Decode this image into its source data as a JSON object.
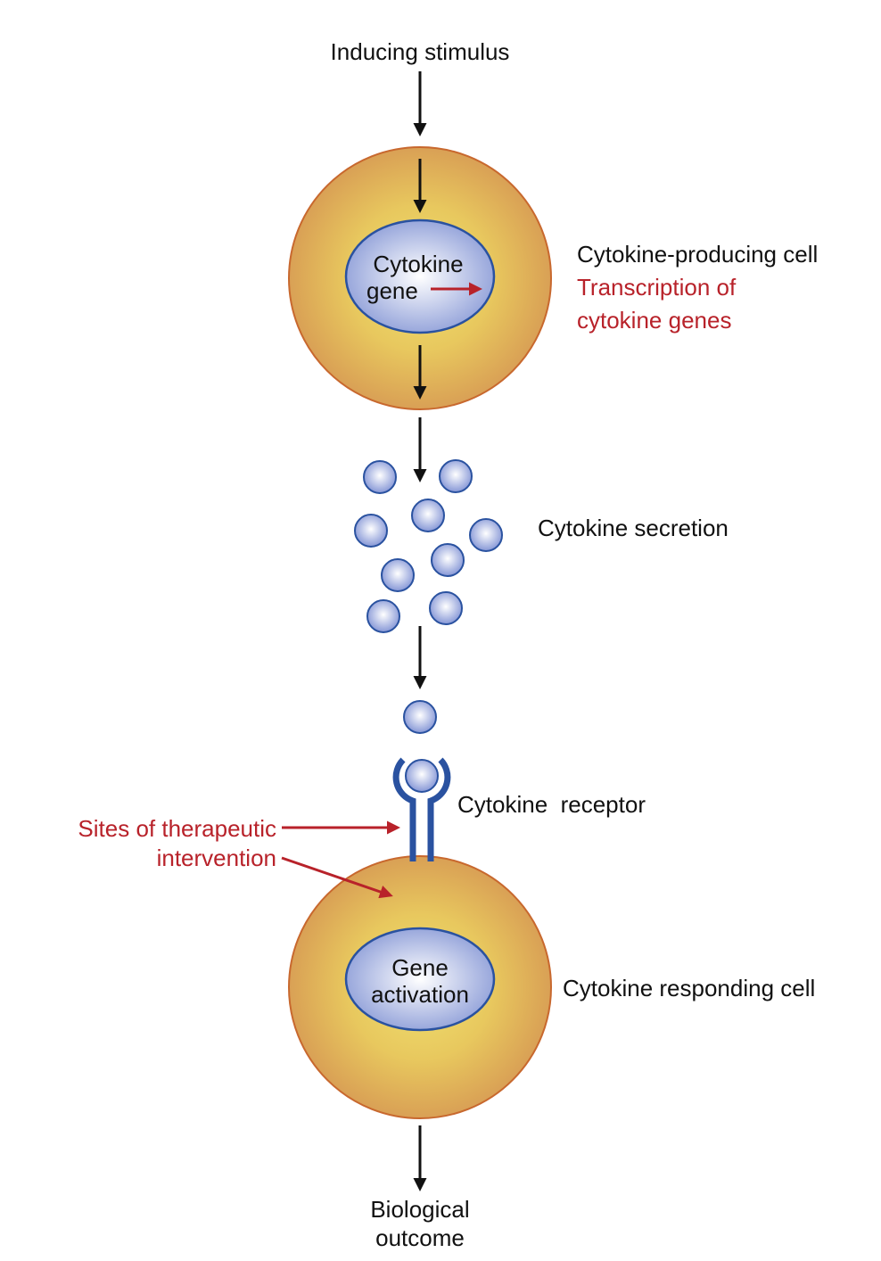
{
  "labels": {
    "stimulus": "Inducing stimulus",
    "nucleus_top_line1": "Cytokine",
    "nucleus_top_line2": "gene",
    "producing_cell": "Cytokine-producing cell",
    "transcription_line1": "Transcription of",
    "transcription_line2": "cytokine genes",
    "secretion": "Cytokine secretion",
    "receptor": "Cytokine  receptor",
    "therapeutic_line1": "Sites of therapeutic",
    "therapeutic_line2": "intervention",
    "nucleus_bottom_line1": "Gene",
    "nucleus_bottom_line2": "activation",
    "responding_cell": "Cytokine responding cell",
    "outcome_line1": "Biological",
    "outcome_line2": "outcome"
  },
  "colors": {
    "cell_outer": "#d9a055",
    "cell_inner": "#ecd462",
    "cell_stroke": "#c8682e",
    "nucleus": "#8e9ed8",
    "nucleus_stroke": "#2a52a0",
    "receptor": "#2a52a0",
    "highlight_red": "#b8222a"
  }
}
